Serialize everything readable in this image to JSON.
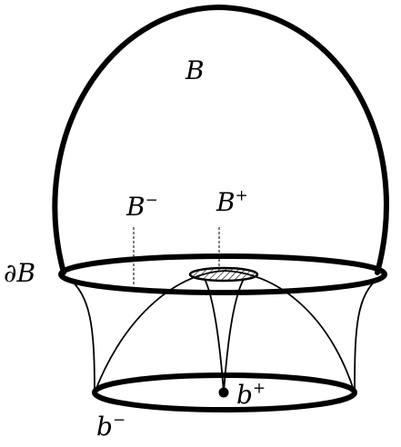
{
  "labels": {
    "B": {
      "base": "B",
      "sup": ""
    },
    "B_minus": {
      "base": "B",
      "sup": "−"
    },
    "B_plus": {
      "base": "B",
      "sup": "+"
    },
    "boundary_B": {
      "prefix": "∂",
      "base": "B"
    },
    "b_plus": {
      "base": "b",
      "sup": "+"
    },
    "b_minus": {
      "base": "b",
      "sup": "−"
    }
  },
  "colors": {
    "stroke": "#000000",
    "background": "#ffffff"
  }
}
